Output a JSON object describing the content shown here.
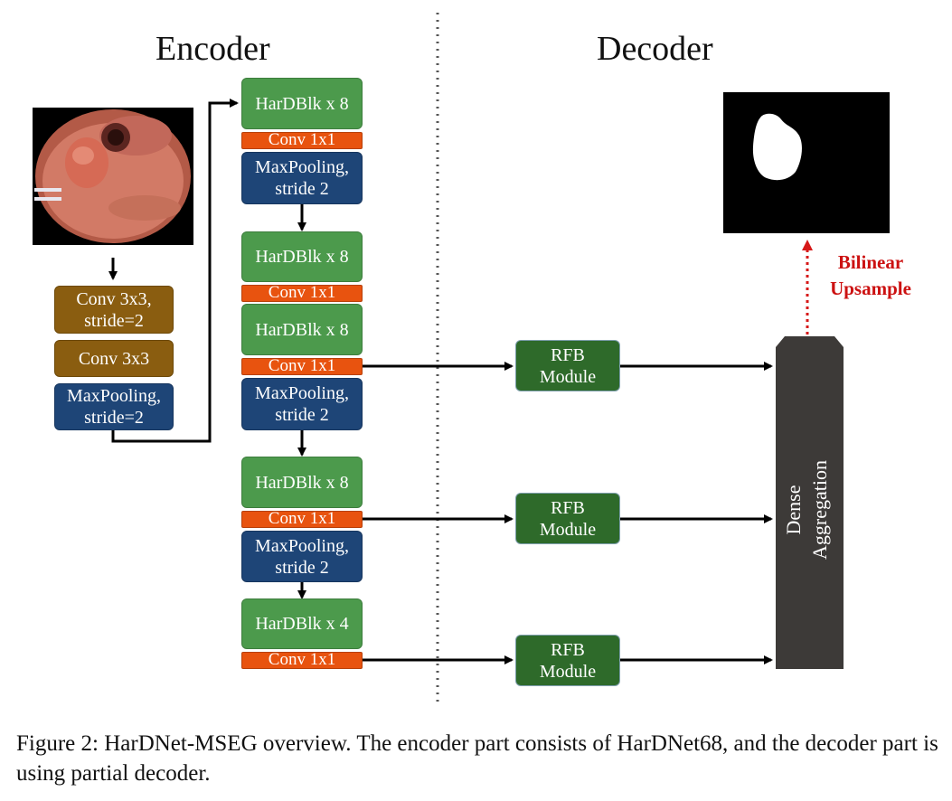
{
  "titles": {
    "encoder": "Encoder",
    "decoder": "Decoder"
  },
  "stem": {
    "conv1": "Conv 3x3,\nstride=2",
    "conv2": "Conv 3x3",
    "pool": "MaxPooling,\nstride=2"
  },
  "encoder": {
    "stage1": {
      "block": "HarDBlk x 8",
      "conv": "Conv 1x1",
      "pool": "MaxPooling,\nstride 2"
    },
    "stage2": {
      "block": "HarDBlk x 8",
      "conv": "Conv 1x1"
    },
    "stage3": {
      "block": "HarDBlk x 8",
      "conv": "Conv 1x1",
      "pool": "MaxPooling,\nstride 2"
    },
    "stage4": {
      "block": "HarDBlk x 8",
      "conv": "Conv 1x1",
      "pool": "MaxPooling,\nstride 2"
    },
    "stage5": {
      "block": "HarDBlk x 4",
      "conv": "Conv 1x1"
    }
  },
  "decoder": {
    "rfb1": "RFB\nModule",
    "rfb2": "RFB\nModule",
    "rfb3": "RFB\nModule",
    "dense": "Dense\nAggregation",
    "upsample": "Bilinear\nUpsample"
  },
  "caption": "Figure 2: HarDNet-MSEG overview. The encoder part consists of HarDNet68, and the decoder part is using partial decoder.",
  "colors": {
    "green": "#4c9a4c",
    "orange": "#e8530f",
    "navy": "#1e4577",
    "brown": "#8a5d10",
    "rfb": "#2e6a2a",
    "dense": "#3d3a38",
    "upsample": "#cc1111"
  }
}
